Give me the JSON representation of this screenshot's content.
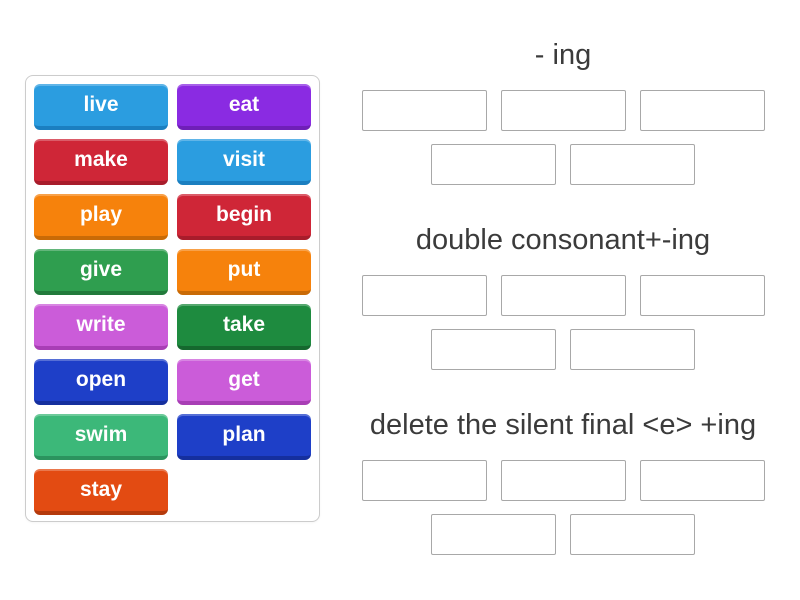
{
  "activity": {
    "word_bank": {
      "tiles": [
        {
          "label": "live",
          "color": "#2b9de0",
          "edge_color": "#1b7fc0"
        },
        {
          "label": "eat",
          "color": "#8a2be2",
          "edge_color": "#6f1fb8"
        },
        {
          "label": "make",
          "color": "#cf2637",
          "edge_color": "#a81c2b"
        },
        {
          "label": "visit",
          "color": "#2b9de0",
          "edge_color": "#1b7fc0"
        },
        {
          "label": "play",
          "color": "#f6820c",
          "edge_color": "#c96a06"
        },
        {
          "label": "begin",
          "color": "#cf2637",
          "edge_color": "#a81c2b"
        },
        {
          "label": "give",
          "color": "#2f9e4f",
          "edge_color": "#227a3b"
        },
        {
          "label": "put",
          "color": "#f6820c",
          "edge_color": "#c96a06"
        },
        {
          "label": "write",
          "color": "#cb5cd9",
          "edge_color": "#a83eb5"
        },
        {
          "label": "take",
          "color": "#1e8b3f",
          "edge_color": "#15682e"
        },
        {
          "label": "open",
          "color": "#1e3fc8",
          "edge_color": "#152f9e"
        },
        {
          "label": "get",
          "color": "#cb5cd9",
          "edge_color": "#a83eb5"
        },
        {
          "label": "swim",
          "color": "#3cb879",
          "edge_color": "#2b935e"
        },
        {
          "label": "plan",
          "color": "#1e3fc8",
          "edge_color": "#152f9e"
        },
        {
          "label": "stay",
          "color": "#e34b12",
          "edge_color": "#b53a0c"
        }
      ]
    },
    "groups": [
      {
        "title": "- ing",
        "slot_count": 5
      },
      {
        "title": "double consonant+-ing",
        "slot_count": 5
      },
      {
        "title": "delete the silent final <e> +ing",
        "slot_count": 5
      }
    ],
    "slots_per_row": 3
  }
}
